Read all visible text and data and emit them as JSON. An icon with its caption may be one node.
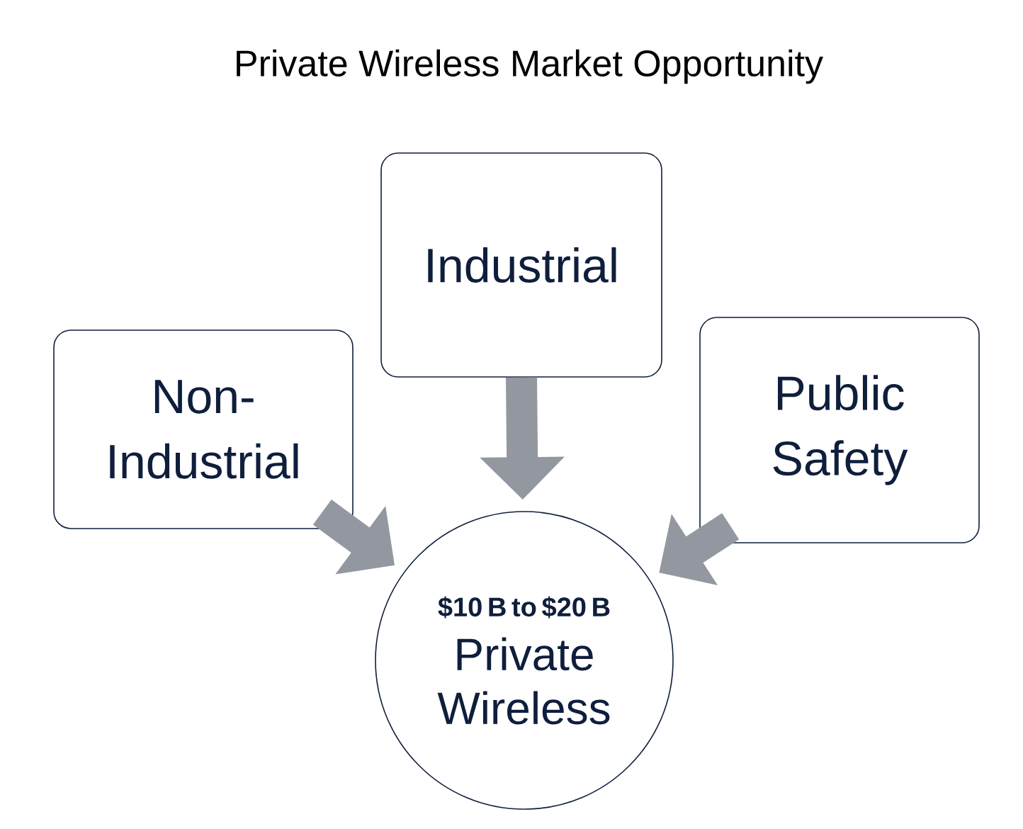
{
  "diagram": {
    "title": "Private Wireless Market Opportunity",
    "nodes": [
      {
        "text": [
          "Non-Industrial"
        ]
      },
      {
        "text": [
          "Industrial"
        ]
      },
      {
        "text": [
          "Public Safety"
        ]
      },
      {
        "text": [
          "$10 B to $20 B",
          "Private Wireless"
        ]
      }
    ],
    "edges": [
      {
        "from": 0,
        "to": 3,
        "arrow": "to"
      },
      {
        "from": 1,
        "to": 3,
        "arrow": "to"
      },
      {
        "from": 2,
        "to": 3,
        "arrow": "to"
      }
    ]
  }
}
